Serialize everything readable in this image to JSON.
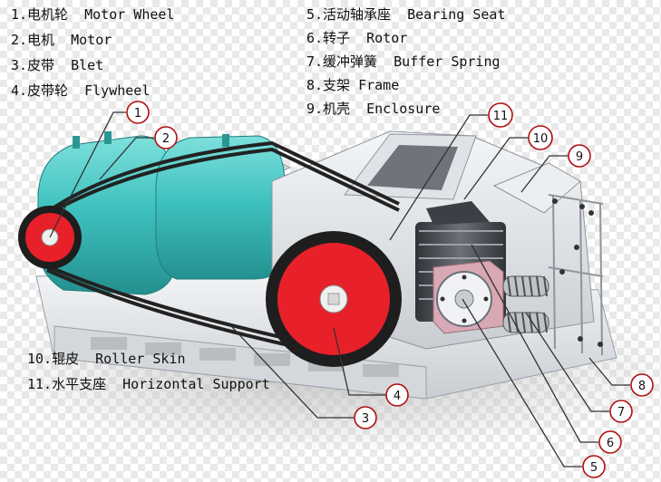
{
  "colors": {
    "motor": "#3fc2c0",
    "wheel_red": "#e8202a",
    "frame": "#e3e6ea",
    "belt": "#222222",
    "callout": "#b01010"
  },
  "legend": {
    "l1": "1.电机轮  Motor Wheel",
    "l2": "2.电机  Motor",
    "l3": "3.皮带  Blet",
    "l4": "4.皮带轮  Flywheel",
    "l5": "5.活动轴承座  Bearing Seat",
    "l6": "6.转子  Rotor",
    "l7": "7.缓冲弹簧  Buffer Spring",
    "l8": "8.支架 Frame",
    "l9": "9.机壳  Enclosure",
    "l10": "10.辊皮  Roller Skin",
    "l11": "11.水平支座  Horizontal Support"
  },
  "callouts": {
    "c1": "1",
    "c2": "2",
    "c3": "3",
    "c4": "4",
    "c5": "5",
    "c6": "6",
    "c7": "7",
    "c8": "8",
    "c9": "9",
    "c10": "10",
    "c11": "11"
  }
}
